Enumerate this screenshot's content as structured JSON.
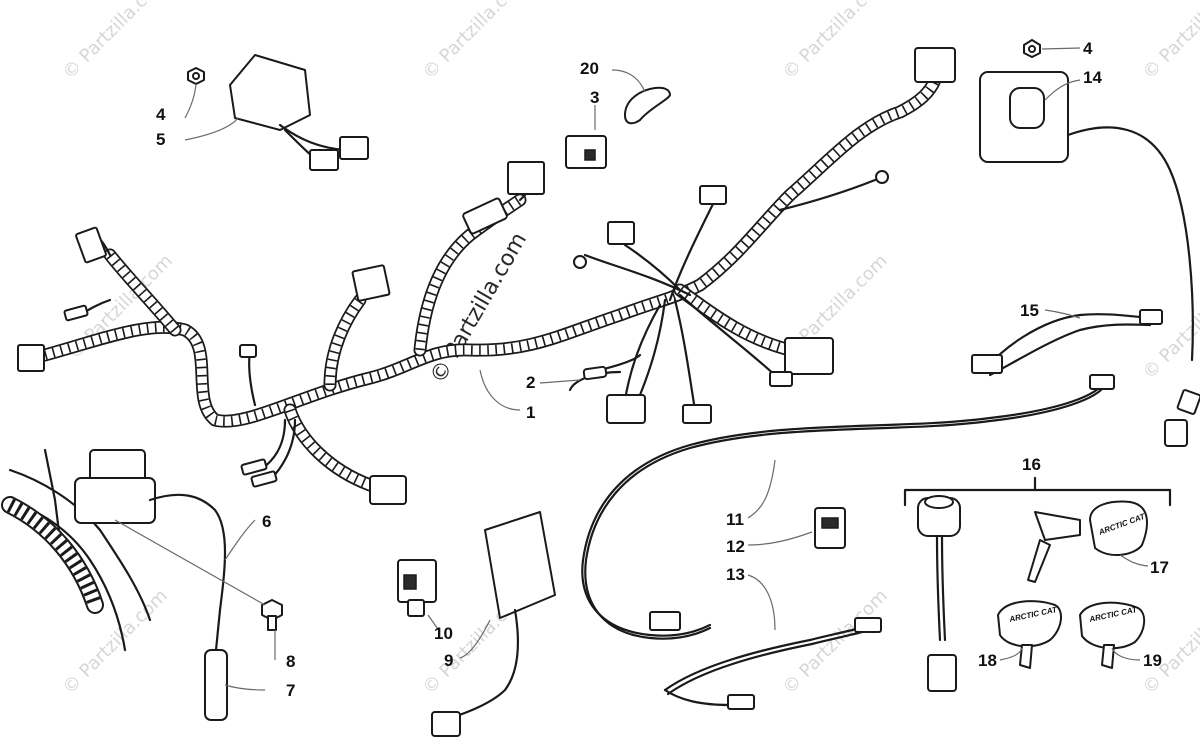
{
  "diagram": {
    "watermark_text": "© Partzilla.com",
    "key_logo_text": "ARCTIC CAT",
    "callouts": {
      "c1": "1",
      "c2": "2",
      "c3": "3",
      "c4a": "4",
      "c4b": "4",
      "c5": "5",
      "c6": "6",
      "c7": "7",
      "c8": "8",
      "c9": "9",
      "c10": "10",
      "c11": "11",
      "c12": "12",
      "c13": "13",
      "c14": "14",
      "c15": "15",
      "c16": "16",
      "c17": "17",
      "c18": "18",
      "c19": "19",
      "c20": "20"
    }
  }
}
